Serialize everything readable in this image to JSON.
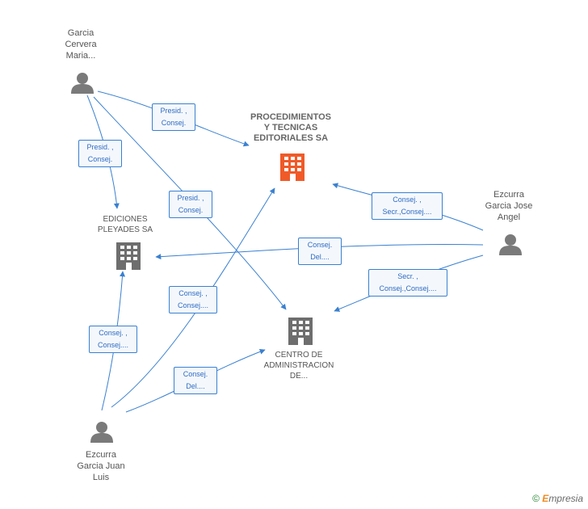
{
  "nodes": {
    "garcia_cervera": {
      "label": "Garcia\nCervera\nMaria..."
    },
    "procedimientos": {
      "label": "PROCEDIMIENTOS\nY TECNICAS\nEDITORIALES SA"
    },
    "ezcurra_jose": {
      "label": "Ezcurra\nGarcia Jose\nAngel"
    },
    "ediciones": {
      "label": "EDICIONES\nPLEYADES SA"
    },
    "centro": {
      "label": "CENTRO DE\nADMINISTRACION\nDE..."
    },
    "ezcurra_juan": {
      "label": "Ezcurra\nGarcia Juan\nLuis"
    }
  },
  "edges": [
    {
      "line1": "Presid. ,",
      "line2": "Consej."
    },
    {
      "line1": "Presid. ,",
      "line2": "Consej."
    },
    {
      "line1": "Presid. ,",
      "line2": "Consej."
    },
    {
      "line1": "Consej. ,",
      "line2": "Secr.,Consej...."
    },
    {
      "line1": "Consej.",
      "line2": "Del...."
    },
    {
      "line1": "Secr. ,",
      "line2": "Consej.,Consej...."
    },
    {
      "line1": "Consej. ,",
      "line2": "Consej...."
    },
    {
      "line1": "Consej. ,",
      "line2": "Consej...."
    },
    {
      "line1": "Consej.",
      "line2": "Del...."
    }
  ],
  "colors": {
    "edge": "#3a80d0",
    "company_main": "#f05a28",
    "company": "#6e6e6e",
    "person": "#7a7a7a"
  },
  "footer": {
    "copyright": "©",
    "brand_e": "E",
    "brand_rest": "mpresia"
  }
}
